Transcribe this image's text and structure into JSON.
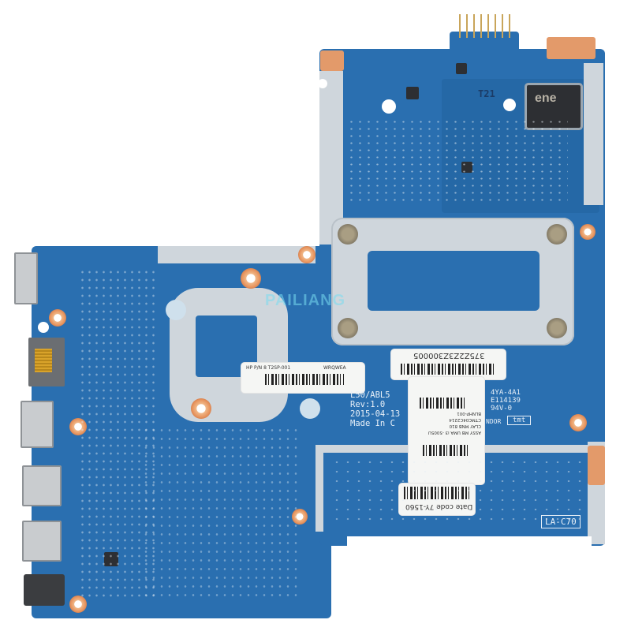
{
  "image": {
    "subject": "Laptop motherboard (blue PCB), top view",
    "background_color": "#ffffff",
    "pcb_color": "#2a6fb0"
  },
  "watermark": {
    "text": "PAILIANG"
  },
  "labels": {
    "hp_part_label": {
      "text": "HP P/N 8 T2SP-001",
      "code": "WRQWEA"
    },
    "serial_label": {
      "text": "375Z2Z3Z300005"
    },
    "board_silkscreen": {
      "model": "L50/ABL5",
      "revision": "Rev:1.0",
      "date": "2015-04-13",
      "made_in": "Made In C"
    },
    "right_silkscreen": {
      "line1": "4YA-4A1",
      "line2": "E114139",
      "line3": "94V-0",
      "box": "tmt",
      "prefix": "NDOR"
    },
    "sticker_middle": {
      "line1": "ASSY MB UMA i3 -5005U",
      "line2": "CLAY MNB 810",
      "line3": "CTMC04C2214",
      "line4": "BLNHP-001"
    },
    "date_code_label": {
      "text": "Date code 7Y-1560"
    },
    "board_id_box": {
      "text": "LA-C70"
    },
    "top_silk": {
      "text": "T21"
    },
    "ec_chip": {
      "brand": "ene"
    }
  },
  "ports": [
    {
      "name": "vga-port",
      "label": "Display port (left top)"
    },
    {
      "name": "rj45-port",
      "label": "Ethernet RJ45"
    },
    {
      "name": "hdmi-port",
      "label": "HDMI"
    },
    {
      "name": "usb-port-1",
      "label": "USB"
    },
    {
      "name": "usb-port-2",
      "label": "USB"
    },
    {
      "name": "audio-jack",
      "label": "Audio jack"
    }
  ],
  "connectors": [
    {
      "name": "battery-connector",
      "pins": 8
    }
  ]
}
